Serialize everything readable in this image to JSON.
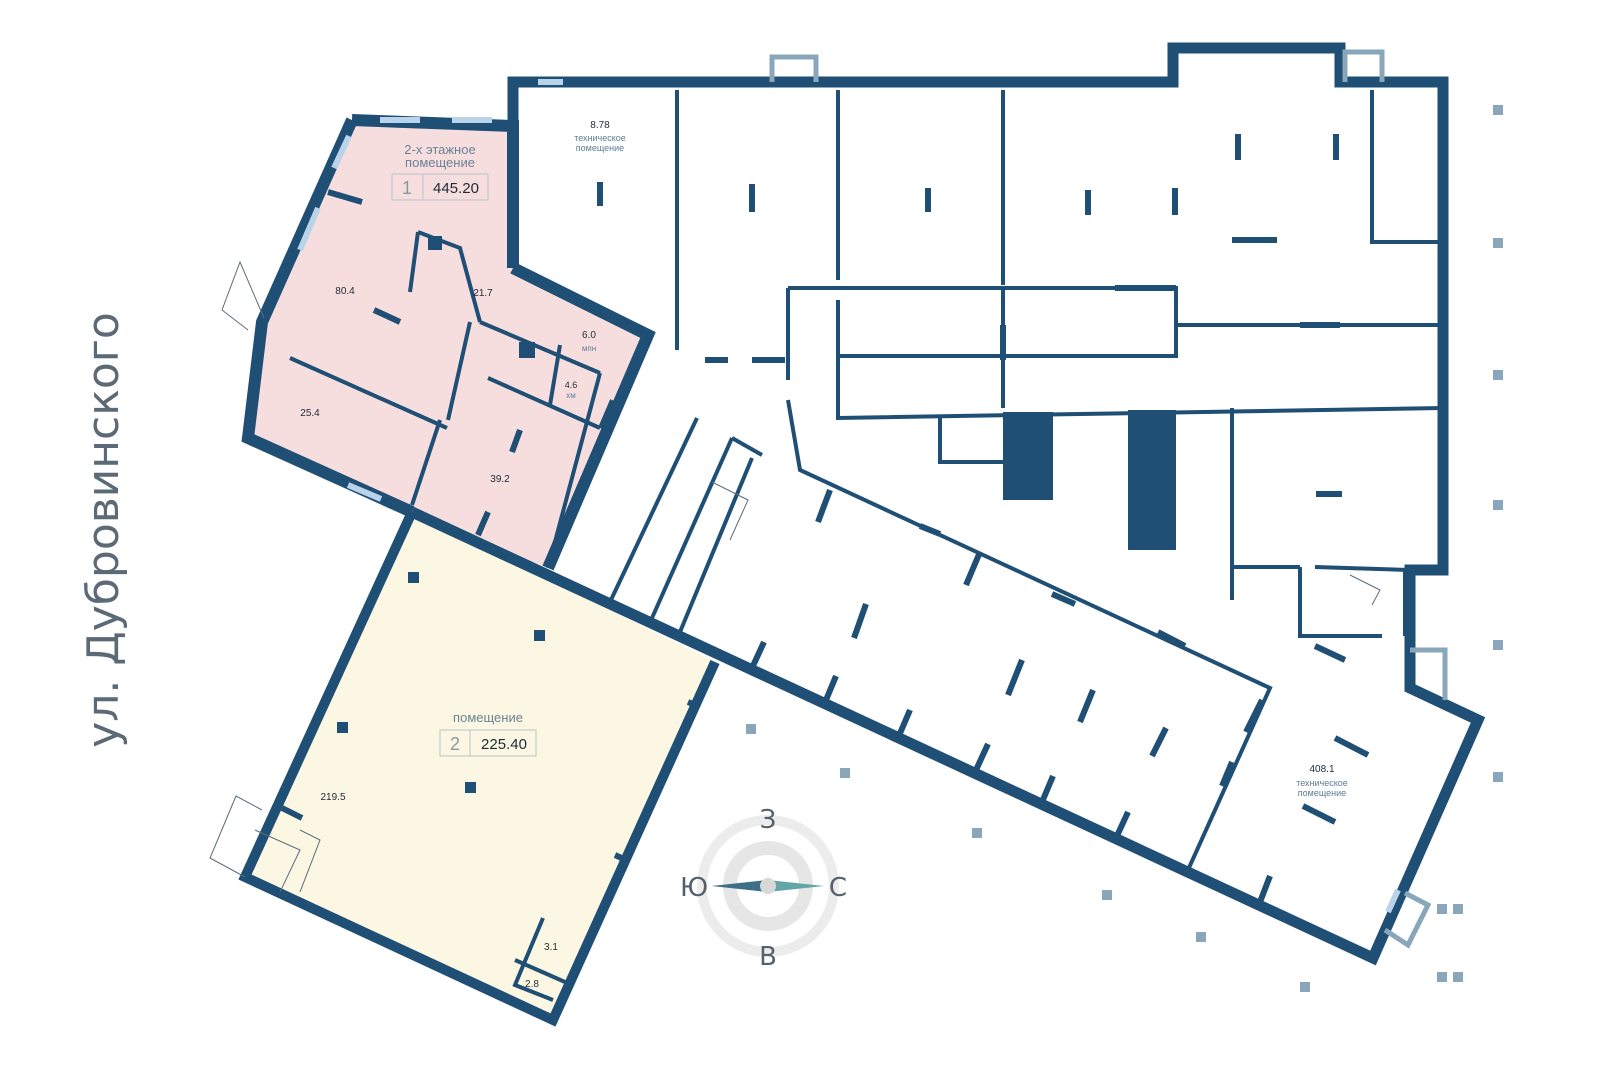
{
  "street": "ул. Дубровинского",
  "compass": {
    "north": "З",
    "south": "В",
    "west": "Ю",
    "east": "С"
  },
  "colors": {
    "wall": "#1f4f74",
    "unit1_fill": "#f7dede",
    "unit2_fill": "#fbf7e3",
    "window": "#b9d3ea"
  },
  "unit1": {
    "title_line1": "2-х этажное",
    "title_line2": "помещение",
    "number": "1",
    "area": "445.20"
  },
  "unit2": {
    "title": "помещение",
    "number": "2",
    "area": "225.40"
  },
  "rooms": {
    "r80": "80.4",
    "r21": "21.7",
    "r6": "6.0",
    "r6_sub": "мпн",
    "r46": "4.6",
    "r46_sub": "хм",
    "r25": "25.4",
    "r39": "39.2",
    "r219": "219.5",
    "r31": "3.1",
    "r28": "2.8",
    "tech1_area": "8.78",
    "tech1_l1": "техническое",
    "tech1_l2": "помещение",
    "tech2_area": "408.1",
    "tech2_l1": "техническое",
    "tech2_l2": "помещение"
  }
}
